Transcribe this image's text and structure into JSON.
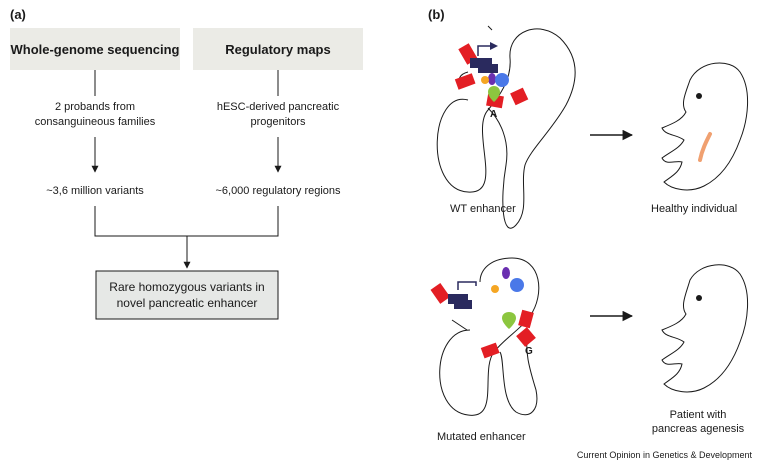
{
  "panel_a": {
    "label": "(a)",
    "left_header": "Whole-genome sequencing",
    "right_header": "Regulatory maps",
    "left_step1": [
      "2 probands from",
      "consanguineous families"
    ],
    "right_step1": [
      "hESC-derived pancreatic",
      "progenitors"
    ],
    "left_step2": "~3,6 million variants",
    "right_step2": "~6,000 regulatory regions",
    "result": [
      "Rare homozygous variants in",
      "novel pancreatic enhancer"
    ]
  },
  "panel_b": {
    "label": "(b)",
    "top_allele": "A",
    "bottom_allele": "G",
    "top_left_caption": "WT enhancer",
    "top_right_caption": "Healthy individual",
    "bottom_left_caption": "Mutated enhancer",
    "bottom_right_caption": [
      "Patient with",
      "pancreas agenesis"
    ]
  },
  "footer": "Current Opinion in Genetics & Development",
  "colors": {
    "box_fill": "#ebebe6",
    "result_fill": "#e6e8e6",
    "enhancer_red": "#e31e24",
    "gene_navy": "#2a2a5e",
    "purple_tf": "#6a2fb0",
    "orange_tf": "#f5a623",
    "blue_tf": "#4a78e8",
    "green_tf": "#8cc63f",
    "pancreas_orange": "#f0a070"
  }
}
